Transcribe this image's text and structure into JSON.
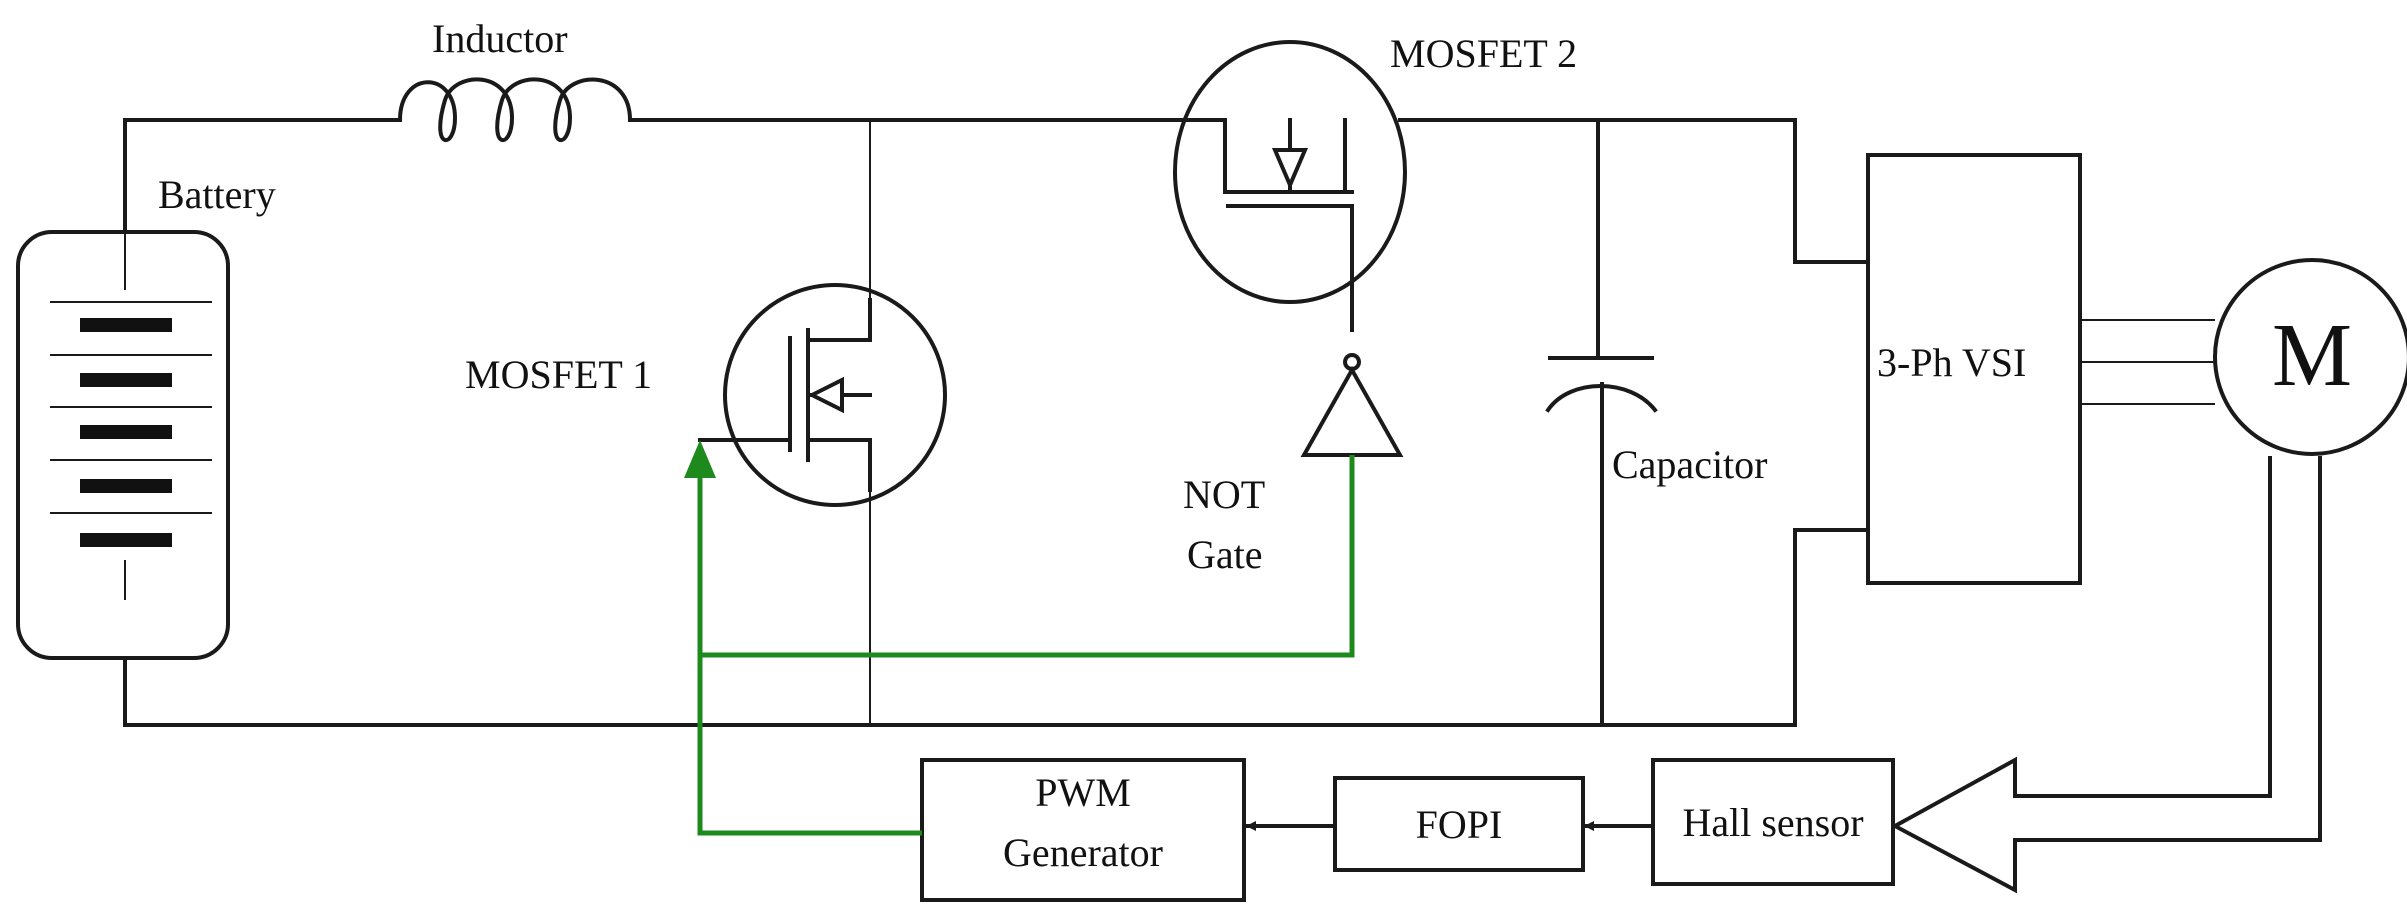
{
  "labels": {
    "inductor": "Inductor",
    "battery": "Battery",
    "mosfet1": "MOSFET 1",
    "mosfet2": "MOSFET 2",
    "not_line1": "NOT",
    "not_line2": "Gate",
    "capacitor": "Capacitor",
    "vsi": "3-Ph VSI",
    "motor": "M",
    "hall": "Hall sensor",
    "fopi": "FOPI",
    "pwm_line1": "PWM",
    "pwm_line2": "Generator"
  },
  "colors": {
    "wire": "#1a1a1a",
    "control_signal": "#1e8a1e"
  }
}
